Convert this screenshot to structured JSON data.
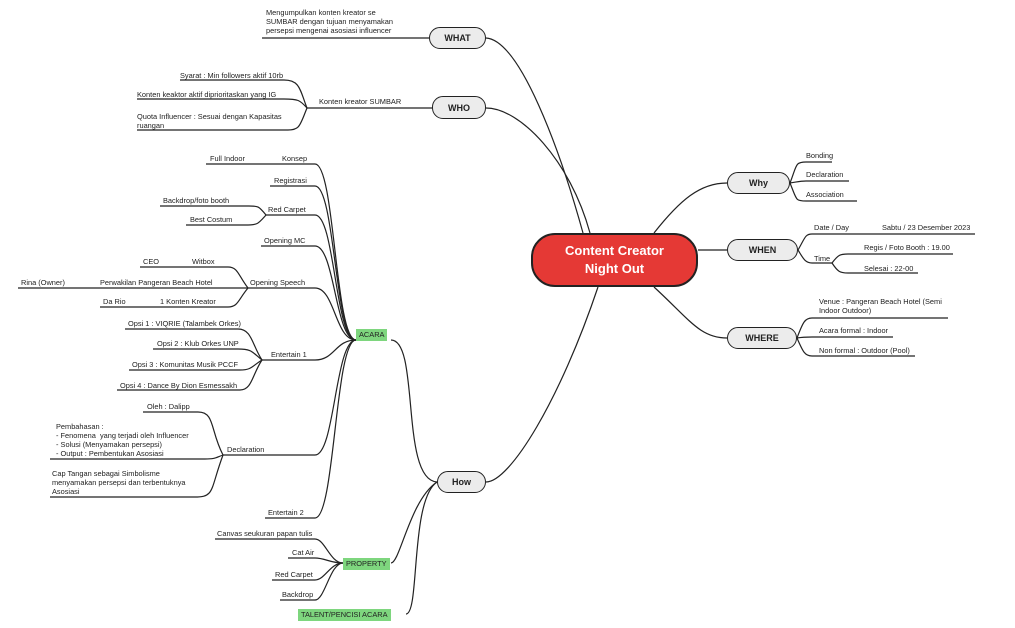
{
  "central": {
    "line1": "Content Creator",
    "line2": "Night Out"
  },
  "colors": {
    "central": "#e53935",
    "tag": "#7ed67e",
    "pill": "#ececec",
    "line": "#222222"
  },
  "main_topics": {
    "what": "WHAT",
    "who": "WHO",
    "why": "Why",
    "when": "WHEN",
    "where": "WHERE",
    "how": "How"
  },
  "what": {
    "desc": "Mengumpulkan konten kreator se\nSUMBAR dengan tujuan menyamakan\npersepsi mengenai asosiasi influencer"
  },
  "who": {
    "branch": "Konten kreator SUMBAR",
    "items": [
      "Syarat : Min followers aktif 10rb",
      "Konten keaktor aktif diprioritaskan yang IG",
      "Quota Influencer : Sesuai dengan Kapasitas\nruangan"
    ]
  },
  "why": {
    "items": [
      "Bonding",
      "Declaration",
      "Association"
    ]
  },
  "when": {
    "date_label": "Date / Day",
    "date_value": "Sabtu / 23 Desember 2023",
    "time_label": "Time",
    "time_items": [
      "Regis / Foto Booth : 19.00",
      "Selesai : 22-00"
    ]
  },
  "where": {
    "items": [
      "Venue : Pangeran Beach Hotel (Semi\nIndoor Outdoor)",
      "Acara formal : Indoor",
      "Non formal : Outdoor (Pool)"
    ]
  },
  "how": {
    "acara_tag": "ACARA",
    "property_tag": "PROPERTY",
    "talent_tag": "TALENT/PENCISI ACARA",
    "konsep": "Konsep",
    "full_indoor": "Full Indoor",
    "registrasi": "Registrasi",
    "red_carpet": "Red Carpet",
    "backdrop_booth": "Backdrop/foto booth",
    "best_costum": "Best Costum",
    "opening_mc": "Opening MC",
    "opening_speech": "Opening Speech",
    "witbox": "Witbox",
    "ceo": "CEO",
    "perwakilan": "Perwakilan Pangeran Beach Hotel",
    "rina": "Rina (Owner)",
    "konten_kreator_1": "1 Konten Kreator",
    "da_rio": "Da Rio",
    "entertain1": "Entertain 1",
    "opsi": [
      "Opsi 1 : VIQRIE (Talambek Orkes)",
      "Opsi 2 : Klub Orkes UNP",
      "Opsi 3 : Komunitas Musik PCCF",
      "Opsi 4 : Dance By Dion Esmessakh"
    ],
    "declaration": "Declaration",
    "oleh": "Oleh : Dalipp",
    "pembahasan": "Pembahasan :\n- Fenomena  yang terjadi oleh Influencer\n- Solusi (Menyamakan persepsi)\n- Output : Pembentukan Asosiasi",
    "cap_tangan": "Cap Tangan sebagai Simbolisme\nmenyamakan persepsi dan terbentuknya\nAsosiasi",
    "entertain2": "Entertain 2",
    "property_items": [
      "Canvas seukuran papan tulis",
      "Cat Air",
      "Red Carpet",
      "Backdrop"
    ]
  }
}
